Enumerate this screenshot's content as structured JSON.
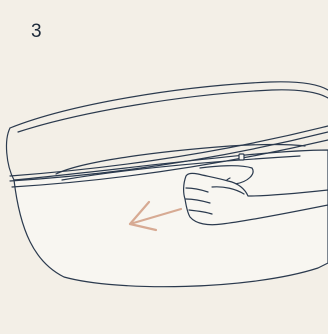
{
  "step": {
    "number": "3"
  },
  "colors": {
    "background": "#f3efe7",
    "line": "#2b3a4e",
    "body_fill": "#f8f6f1",
    "arrow": "#d7aa93"
  },
  "illustration": {
    "icon": "case-lid-unzip-illustration",
    "arrow_direction": "left"
  }
}
